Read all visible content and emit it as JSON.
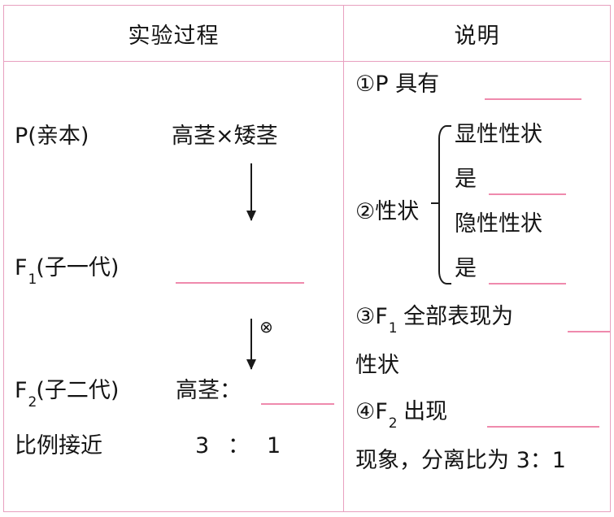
{
  "table": {
    "headers": {
      "left": "实验过程",
      "right": "说明"
    },
    "left_column": {
      "p_label": "P(亲本)",
      "p_cross": "高茎×矮茎",
      "f1_label": "F",
      "f1_sub": "1",
      "f1_label_tail": "(子一代)",
      "f2_label": "F",
      "f2_sub": "2",
      "f2_label_tail": "(子二代)",
      "f2_value": "高茎：",
      "ratio_label": "比例接近",
      "ratio_value_a": "3",
      "ratio_colon": "：",
      "ratio_value_b": "1",
      "selfing_symbol": "⊗"
    },
    "right_column": {
      "item1": "①P 具有",
      "item2_prefix": "②性状",
      "item2_line1": "显性性状",
      "item2_line2": "是",
      "item2_line3": "隐性性状",
      "item2_line4": "是",
      "item3": "③F",
      "item3_sub": "1",
      "item3_tail": "全部表现为",
      "item3_line2": "性状",
      "item4": "④F",
      "item4_sub": "2",
      "item4_tail": "出现",
      "item4_line2": "现象，分离比为 3：1"
    }
  },
  "colors": {
    "rule": "#e8a0bf",
    "blank": "#ef8aad",
    "text": "#141414"
  }
}
